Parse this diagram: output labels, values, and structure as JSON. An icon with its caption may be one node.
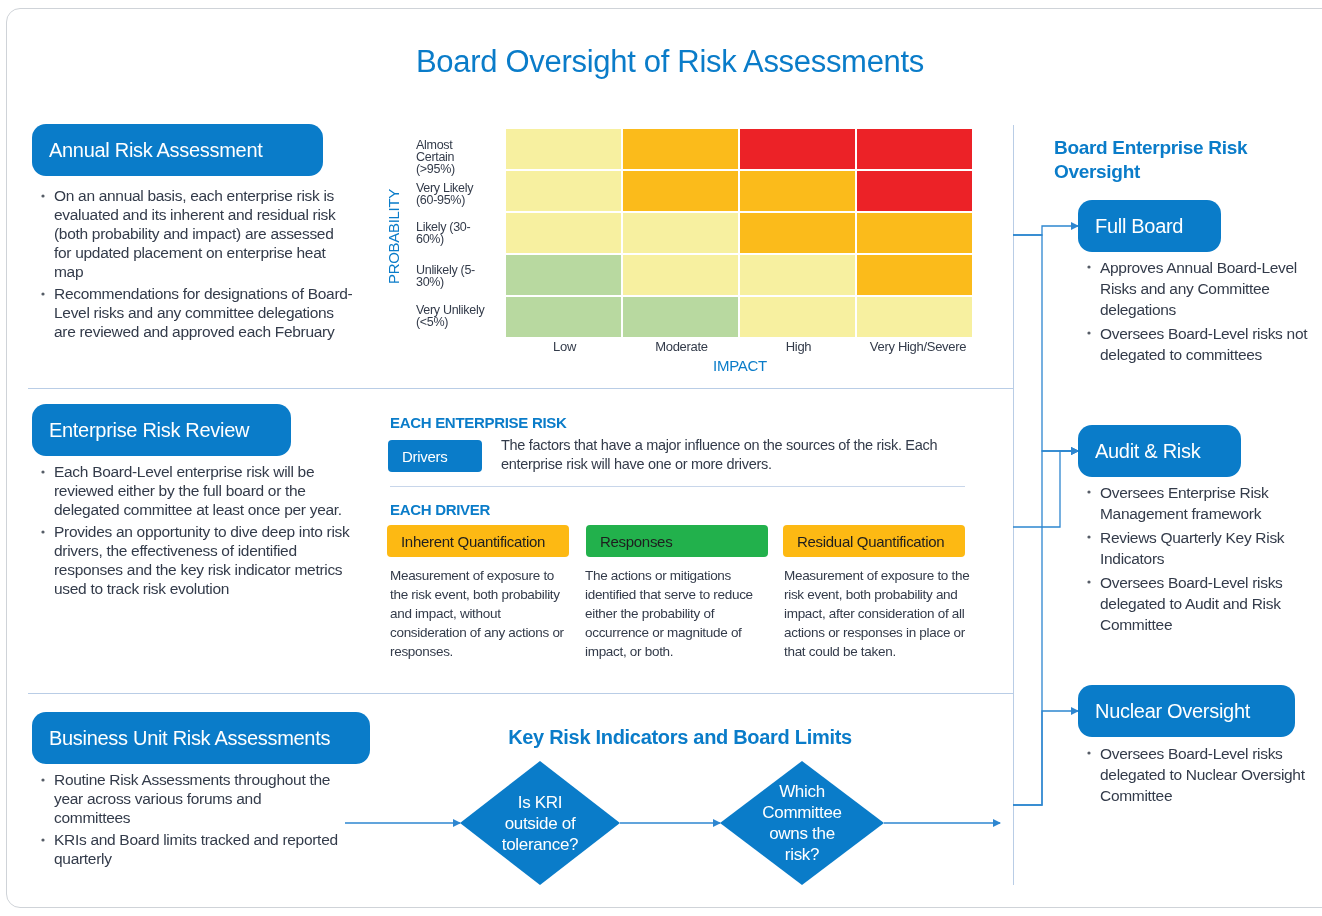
{
  "diagram": {
    "title": "Board Oversight of Risk Assessments",
    "nodes": [
      {
        "text": [
          "Annual Risk Assessment"
        ],
        "beside": [
          "On an annual basis, each enterprise risk is evaluated and its inherent and residual risk (both probability and impact) are assessed for updated placement on enterprise heat map",
          "Recommendations for designations of Board-Level risks and any committee delegations are reviewed and approved each February"
        ]
      },
      {
        "text": [
          "Enterprise Risk Review"
        ],
        "beside": [
          "Each Board-Level enterprise risk will be reviewed either by the full board or the delegated committee at least once per year.",
          "Provides an opportunity to dive deep into risk drivers, the effectiveness of identified responses and the key risk indicator metrics used to track risk evolution"
        ]
      },
      {
        "text": [
          "Drivers"
        ],
        "beside": [
          "The factors that have a major influence on the sources of the risk. Each enterprise risk will have one or more drivers."
        ]
      },
      {
        "text": [
          "Inherent Quantification"
        ],
        "beside": [
          "Measurement of exposure to the risk event, both probability and impact, without consideration of any actions or responses."
        ]
      },
      {
        "text": [
          "Responses"
        ],
        "beside": [
          "The actions or mitigations identified that serve to reduce either the probability of occurrence or magnitude of impact, or both."
        ]
      },
      {
        "text": [
          "Residual Quantification"
        ],
        "beside": [
          "Measurement of exposure to the risk event, both probability and impact, after consideration of all actions or responses in place or that could be taken."
        ]
      },
      {
        "text": [
          "Business Unit Risk Assessments"
        ],
        "beside": [
          "Routine Risk Assessments throughout the year across various forums and committees",
          "KRIs and Board limits tracked and reported quarterly"
        ]
      },
      {
        "text": [
          "Is KRI outside of tolerance?"
        ]
      },
      {
        "text": [
          "Which Committee owns the risk?"
        ]
      },
      {
        "text": [
          "Full Board"
        ],
        "beside": [
          "Approves Annual Board-Level Risks and any Committee delegations",
          "Oversees Board-Level risks not delegated to committees"
        ]
      },
      {
        "text": [
          "Audit & Risk"
        ],
        "beside": [
          "Oversees Enterprise Risk Management framework",
          "Reviews Quarterly Key Risk Indicators",
          "Oversees Board-Level risks delegated to Audit and Risk Committee"
        ]
      },
      {
        "text": [
          "Nuclear Oversight"
        ],
        "beside": [
          "Oversees Board-Level risks delegated to Nuclear Oversight Committee"
        ]
      }
    ],
    "edges": [
      {
        "from": 6,
        "to": 7,
        "arrow": "to"
      },
      {
        "from": 7,
        "to": 8,
        "arrow": "to"
      },
      {
        "from": 8,
        "to": null,
        "arrow": "to"
      },
      {
        "from": null,
        "to": 9,
        "arrow": "to"
      },
      {
        "from": null,
        "to": 10,
        "arrow": "to"
      },
      {
        "from": null,
        "to": 10,
        "arrow": "to"
      },
      {
        "from": null,
        "to": 10,
        "arrow": "to"
      },
      {
        "from": null,
        "to": 11,
        "arrow": "to"
      }
    ],
    "labels": [
      "PROBABILITY",
      "Almost Certain (>95%)",
      "Very Likely (60-95%)",
      "Likely (30-60%)",
      "Unlikely (5-30%)",
      "Very Unlikely (<5%)",
      "Low",
      "Moderate",
      "High",
      "Very High/Severe",
      "IMPACT",
      "Board Enterprise Risk Oversight",
      "EACH ENTERPRISE RISK",
      "EACH DRIVER",
      "Key Risk Indicators and Board Limits"
    ]
  }
}
